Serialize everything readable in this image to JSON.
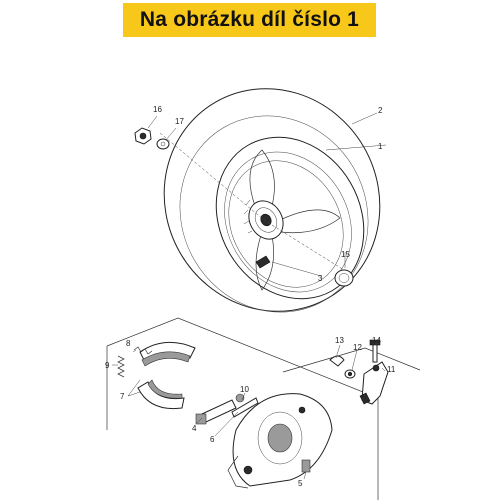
{
  "header": {
    "title": "Na obrázku díl číslo 1"
  },
  "callouts": {
    "c1": "1",
    "c2": "2",
    "c3": "3",
    "c4": "4",
    "c5": "5",
    "c6": "6",
    "c7": "7",
    "c8": "8",
    "c9": "9",
    "c10": "10",
    "c11": "11",
    "c12": "12",
    "c13": "13",
    "c14": "14",
    "c15": "15",
    "c16": "16",
    "c17": "17"
  },
  "colors": {
    "banner": "#f7c71a",
    "line": "#333333"
  }
}
